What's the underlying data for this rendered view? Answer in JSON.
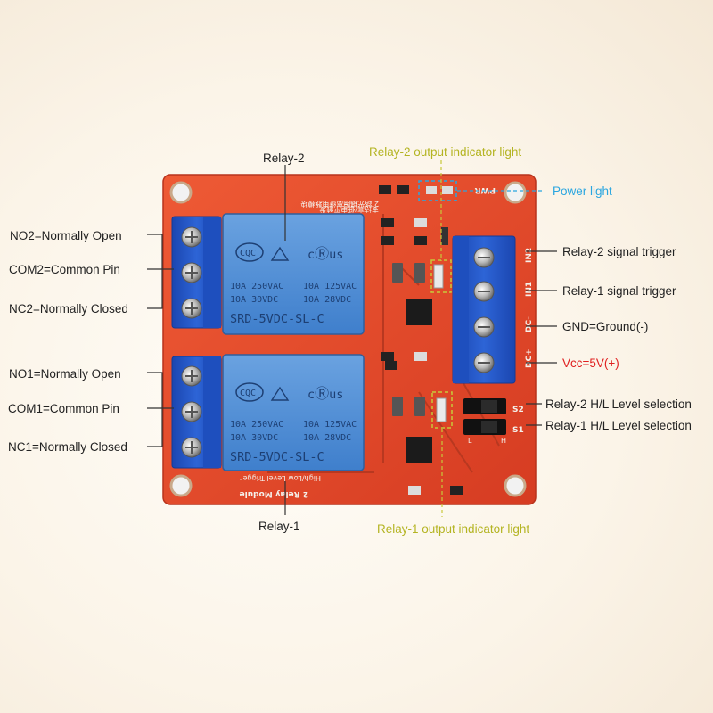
{
  "labels": {
    "relay2": "Relay-2",
    "relay1": "Relay-1",
    "relay2_indicator": "Relay-2 output indicator light",
    "relay1_indicator": "Relay-1 output indicator light",
    "power_light": "Power light",
    "no2": "NO2=Normally Open",
    "com2": "COM2=Common Pin",
    "nc2": "NC2=Normally Closed",
    "no1": "NO1=Normally Open",
    "com1": "COM1=Common Pin",
    "nc1": "NC1=Normally Closed",
    "in2": "Relay-2 signal trigger",
    "in1": "Relay-1 signal trigger",
    "gnd": "GND=Ground(-)",
    "vcc": "Vcc=5V(+)",
    "s2": "Relay-2 H/L Level selection",
    "s1": "Relay-1 H/L Level selection"
  },
  "relay": {
    "brand": "CQC",
    "ratings_left": [
      "10A 250VAC",
      "10A  30VDC"
    ],
    "ratings_right_top": [
      "10A 125VAC",
      "10A  28VDC"
    ],
    "ratings_right_bottom": [
      "10A 125VAC",
      "10A  28VDC"
    ],
    "model": "SRD-5VDC-SL-C"
  },
  "board": {
    "pins_right": [
      "IN2",
      "IN1",
      "DC-",
      "DC+"
    ],
    "pins_s": [
      "S2",
      "S1"
    ],
    "hl": [
      "L",
      "H"
    ],
    "pwr": "PWR",
    "title": "2 Relay Module",
    "subtitle": "High/Low Level Trigger"
  },
  "colors": {
    "board": "#e2472a",
    "relay": "#3d7fcf",
    "terminal": "#2358c8",
    "yellow": "#c8c83a",
    "blue": "#2aa6e0",
    "red": "#e02020"
  }
}
